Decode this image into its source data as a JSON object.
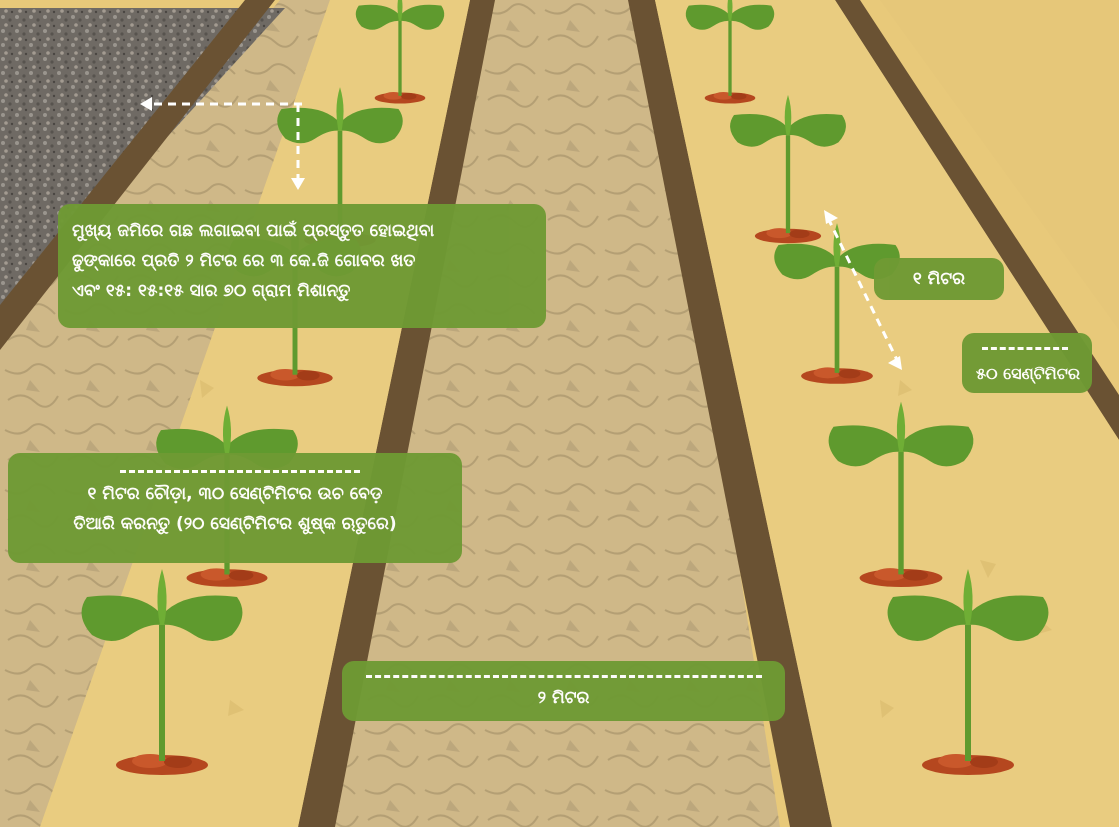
{
  "labels": {
    "main_field": {
      "line1": "ମୁଖ୍ୟ ଜମିରେ ଗଛ ଲଗାଇବା ପାଇଁ ପ୍ରସ୍ତୁତ ହୋଇଥିବା",
      "line2": "ଢୁଙ୍କାରେ ପ୍ରତି ୨ ମିଟର ରେ ୩ କେ.ଜି ଗୋବର ଖତ",
      "line3": "ଏବଂ ୧୫: ୧୫:୧୫ ସାର ୭୦ ଗ୍ରାମ ମିଶାନ୍ତୁ"
    },
    "bed": {
      "line1": "୧ ମିଟର ଚୌଡ଼ା, ୩୦ ସେଣ୍ଟିମିଟର ଉଚ ବେଡ଼",
      "line2": "ତିଆରି କରନ୍ତୁ (୨୦ ସେଣ୍ଟିମିଟର ଶୁଷ୍କ ଋତୁରେ)"
    },
    "row_gap": "୨ ମିଟର",
    "plant_spacing": "୧ ମିଟର",
    "bed_edge": "୫୦ ସେଣ୍ଟିମିଟର"
  },
  "colors": {
    "bed": "#e8c97a",
    "path": "#cdb589",
    "furrow": "#6a5233",
    "label": "#6f9a34",
    "leaf": "#5f9a2e",
    "soil_mound": "#b5471f",
    "gravel": "#7f7a74"
  }
}
